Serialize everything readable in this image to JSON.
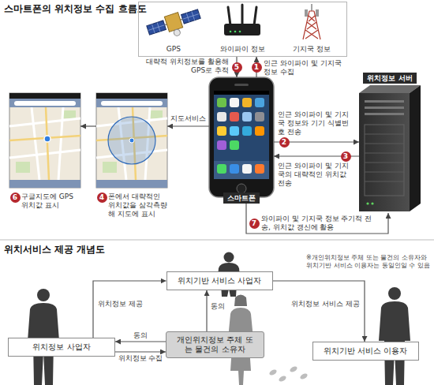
{
  "diagram": {
    "title": "스마트폰의 위치정보 수집 흐름도",
    "nodes": [
      {
        "text": [
          "GPS",
          "와이파이 정보",
          "기지국 정보"
        ]
      },
      {
        "text": [
          "구글지도에 GPS 위치값 표시"
        ]
      },
      {
        "text": [
          "폰에서 대략적인 위치값을 삼각측량해 지도에 표시"
        ]
      },
      {
        "text": [
          "스마트폰"
        ]
      },
      {
        "text": [
          "위치정보 서버"
        ]
      },
      {
        "text": [
          "위치기반 서비스 사업자"
        ]
      },
      {
        "text": [
          "위치정보 사업자"
        ]
      },
      {
        "text": [
          "개인위치정보 주체 또는 물건의 소유자"
        ]
      },
      {
        "text": [
          "위치기반 서비스 이용자"
        ]
      }
    ],
    "edges": [
      {
        "from": 3,
        "to": 0,
        "arrow": "to",
        "label": "인근 와이파이 및 기지국 정보 수집"
      },
      {
        "from": 0,
        "to": 3,
        "arrow": "to",
        "label": "대략적 위치정보를 활용해 GPS로 추적"
      },
      {
        "from": 3,
        "to": 4,
        "arrow": "to",
        "label": "인근 와이파이 및 기지국 정보와 기기 식별번호 전송"
      },
      {
        "from": 4,
        "to": 3,
        "arrow": "to",
        "label": "인근 와이파이 및 기지국의 대략적인 위치값 전송"
      },
      {
        "from": 3,
        "to": 2,
        "arrow": "to",
        "label": "지도서비스"
      },
      {
        "from": 2,
        "to": 1,
        "arrow": "to"
      },
      {
        "from": 3,
        "to": 4,
        "arrow": "to",
        "label": "와이파이 및 기지국 정보 주기적 전송, 위치값 갱신에 활용"
      },
      {
        "from": 6,
        "to": 5,
        "arrow": "to",
        "label": "위치정보 제공"
      },
      {
        "from": 5,
        "to": 8,
        "arrow": "to",
        "label": "위치정보 서비스 제공"
      },
      {
        "from": 7,
        "to": 5,
        "arrow": "to",
        "label": "동의"
      },
      {
        "from": 7,
        "to": 6,
        "arrow": "to",
        "label": "동의"
      },
      {
        "from": 6,
        "to": 7,
        "arrow": "to",
        "label": "위치정보 수집"
      }
    ],
    "labels": [
      "5",
      "1",
      "2",
      "3",
      "4",
      "6",
      "7",
      "위치서비스 제공 개념도",
      "※개인위치정보 주체 또는 물건의 소유자와 위치기반 서비스 이용자는 동일인일 수 있음"
    ]
  }
}
